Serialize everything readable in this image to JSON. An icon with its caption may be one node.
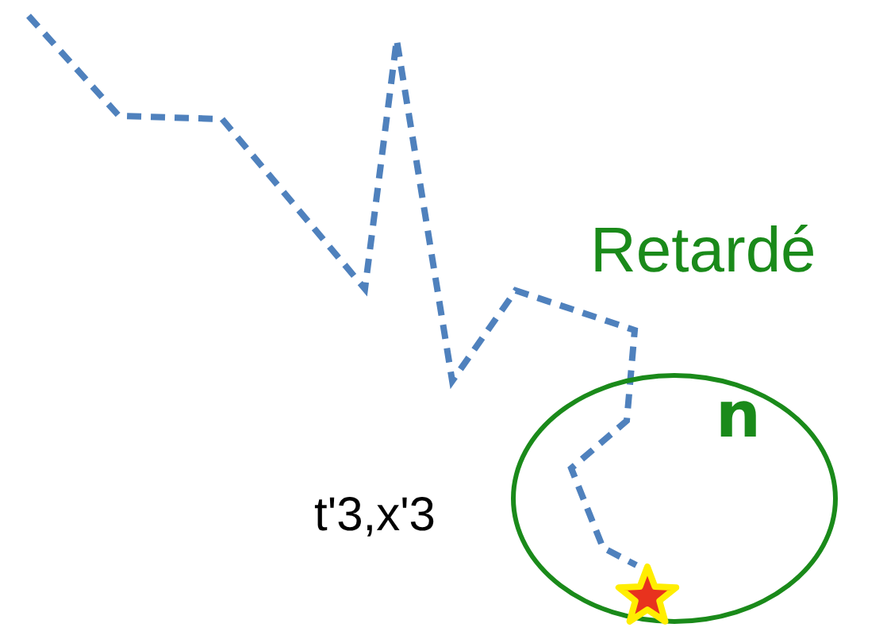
{
  "diagram": {
    "nodes": [
      {
        "text": [
          "n"
        ],
        "beside": [
          "Retardé"
        ]
      },
      {
        "text": [],
        "shape": "star",
        "in": 0
      }
    ],
    "edges": [
      {
        "from": null,
        "to": 1,
        "arrow": "none",
        "style": "dashed"
      }
    ],
    "labels": [
      "t'3,x'3"
    ]
  }
}
